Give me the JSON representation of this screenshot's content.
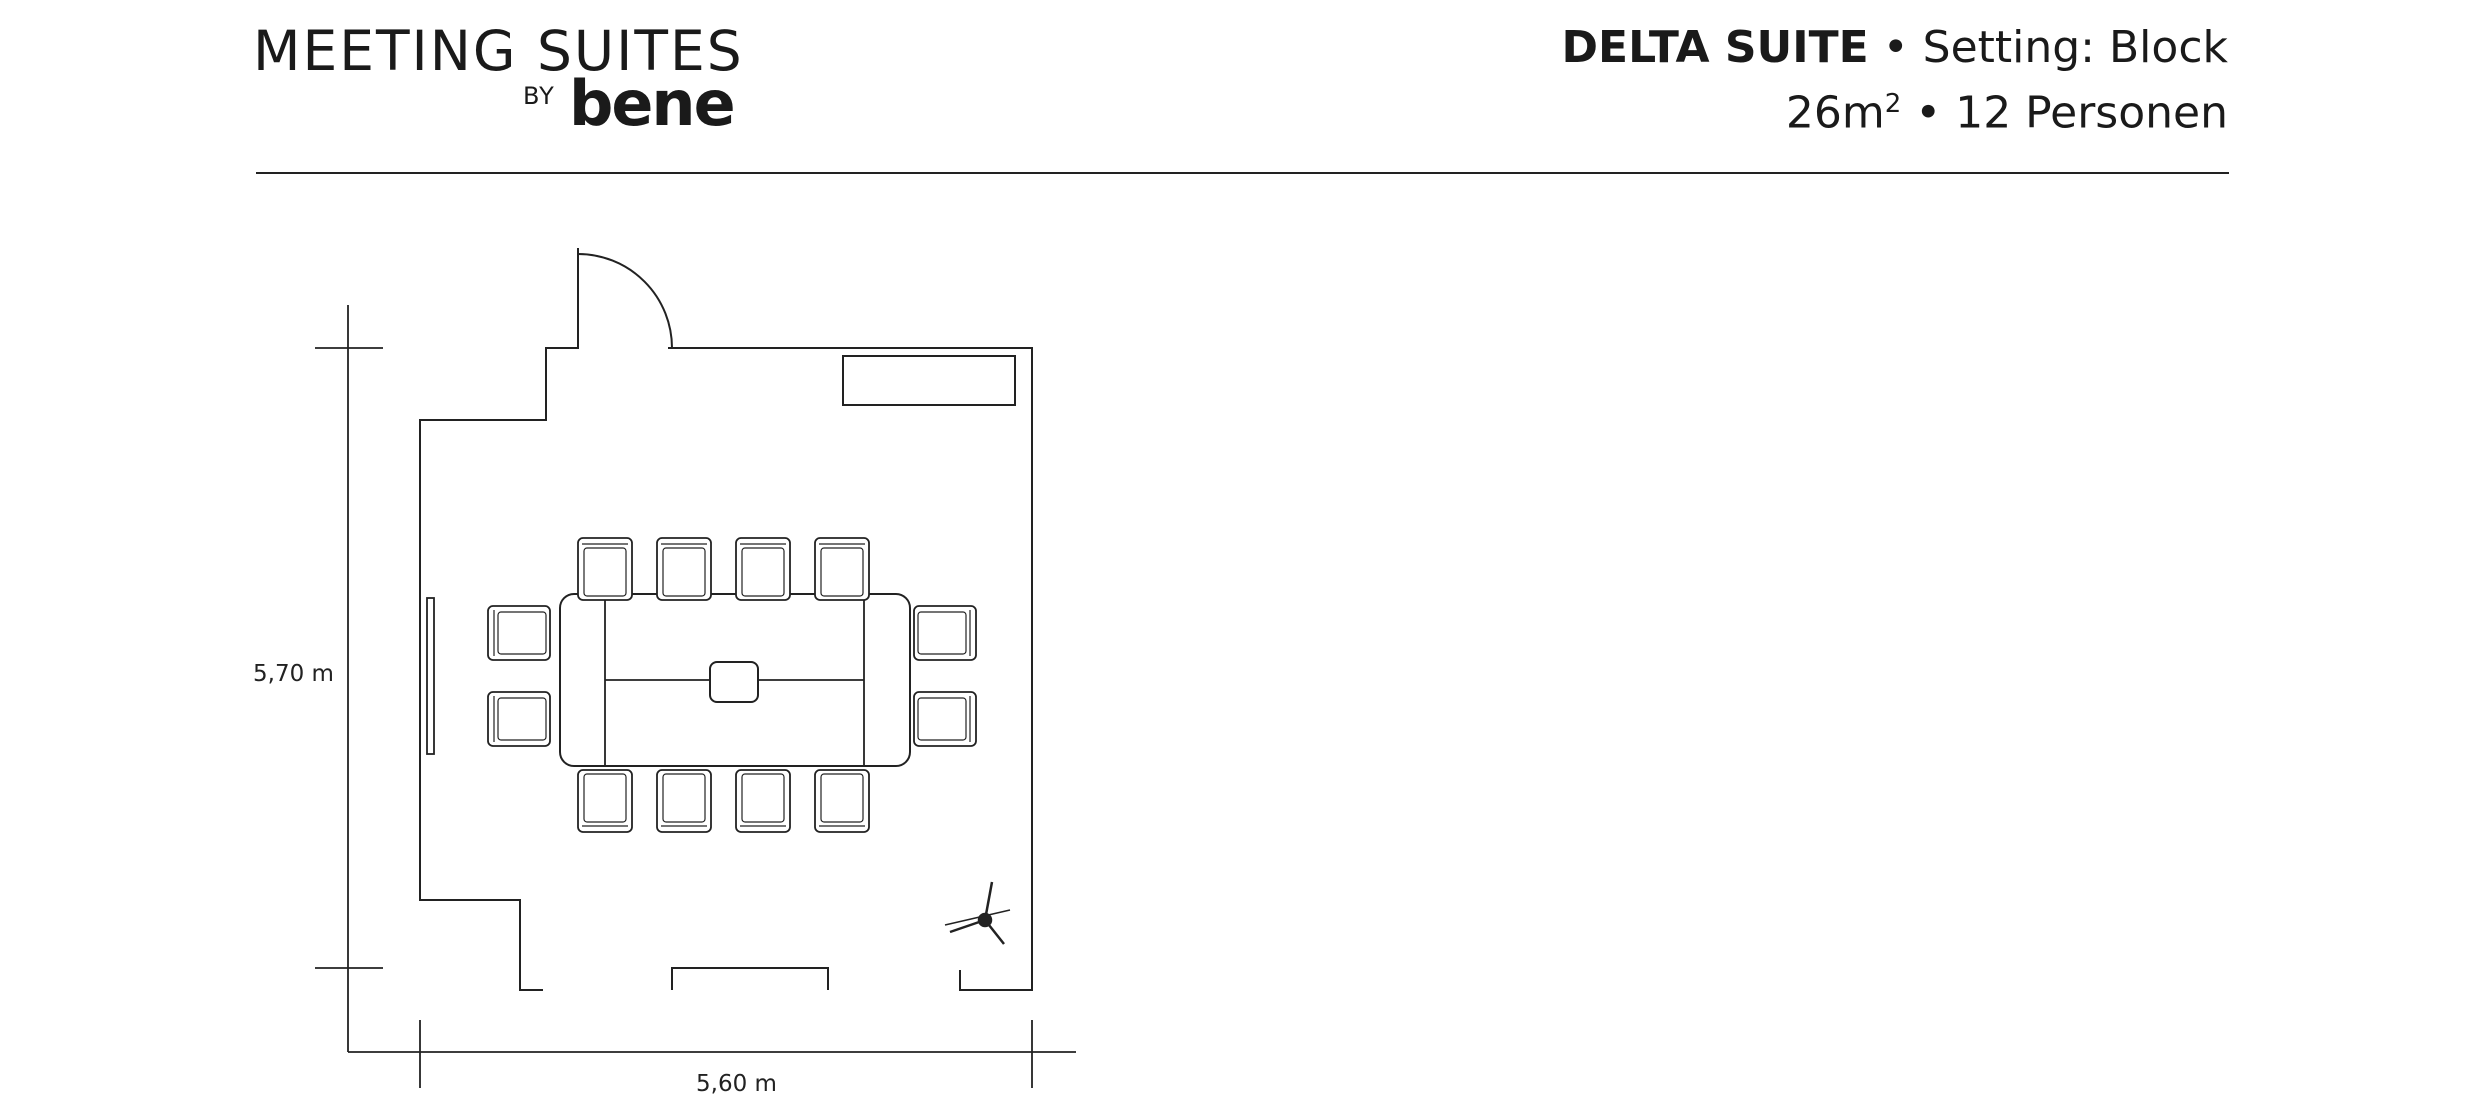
{
  "logo": {
    "title": "MEETING SUITES",
    "by": "BY",
    "brand": "bene"
  },
  "header": {
    "suite_name": "DELTA SUITE",
    "separator": "•",
    "setting_label": "Setting: Block",
    "area_prefix": "26m",
    "area_superscript": "2",
    "capacity": "12 Personen"
  },
  "floorplan": {
    "depth_label": "5,70 m",
    "width_label": "5,60 m",
    "chair_count": 12,
    "colors": {
      "line": "#222222",
      "background": "#ffffff"
    }
  }
}
